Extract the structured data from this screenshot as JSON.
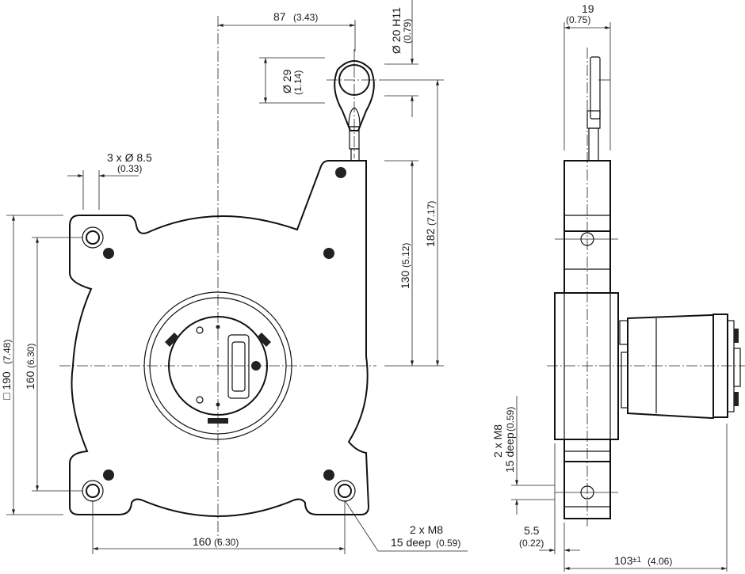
{
  "drawing": {
    "dim_87": {
      "value": "87",
      "inch": "(3.43)"
    },
    "dim_eye_bore": {
      "value": "Ø 20 H11",
      "inch": "(0.79)"
    },
    "dim_eye_outer": {
      "value": "Ø 29",
      "inch": "(1.14)"
    },
    "dim_182": {
      "value": "182",
      "inch": "(7.17)"
    },
    "dim_130": {
      "value": "130",
      "inch": "(5.12)"
    },
    "dim_holes": {
      "value": "3 x Ø 8.5",
      "inch": "(0.33)"
    },
    "dim_190": {
      "value": "□ 190",
      "inch": "(7.48)"
    },
    "dim_160_v": {
      "value": "160",
      "inch": "(6.30)"
    },
    "dim_160_h": {
      "value": "160",
      "inch": "(6.30)"
    },
    "thread_front": {
      "line1": "2 x M8",
      "line2": "15 deep",
      "inch": "(0.59)"
    },
    "dim_19": {
      "value": "19",
      "inch": "(0.75)"
    },
    "thread_side": {
      "line1": "2 x M8",
      "line2": "15 deep",
      "inch": "(0.59)"
    },
    "dim_5_5": {
      "value": "5.5",
      "inch": "(0.22)"
    },
    "dim_103": {
      "value": "103",
      "tol": "±1",
      "inch": "(4.06)"
    }
  }
}
